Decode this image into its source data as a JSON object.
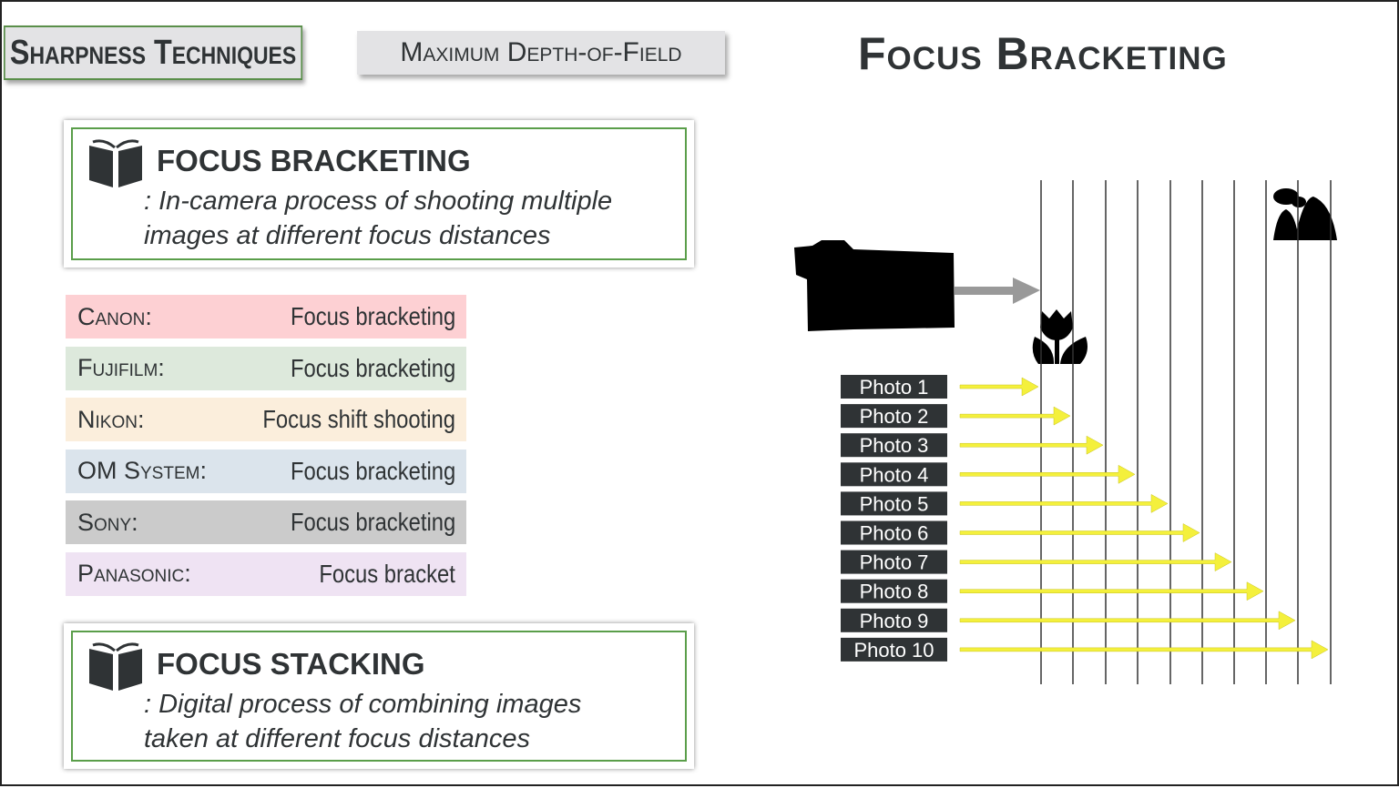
{
  "header": {
    "section": "Sharpness Techniques",
    "topic": "Maximum Depth-of-Field",
    "title": "Focus Bracketing"
  },
  "definitions": [
    {
      "term": "FOCUS BRACKETING",
      "text1": ": In-camera process of shooting multiple",
      "text2": "images at different focus distances",
      "icon": "book-icon"
    },
    {
      "term": "FOCUS STACKING",
      "text1": ": Digital process of combining images",
      "text2": "taken at different focus distances",
      "icon": "book-icon"
    }
  ],
  "brands": [
    {
      "brand": "Canon:",
      "mode": "Focus bracketing",
      "color": "#fdd0d3"
    },
    {
      "brand": "Fujifilm:",
      "mode": "Focus bracketing",
      "color": "#dde9dc"
    },
    {
      "brand": "Nikon:",
      "mode": "Focus shift shooting",
      "color": "#fbeedc"
    },
    {
      "brand": "OM System:",
      "mode": "Focus bracketing",
      "color": "#dbe4ec"
    },
    {
      "brand": "Sony:",
      "mode": "Focus bracketing",
      "color": "#cbcbcb"
    },
    {
      "brand": "Panasonic:",
      "mode": "Focus bracket",
      "color": "#efe3f3"
    }
  ],
  "photos": [
    "Photo 1",
    "Photo 2",
    "Photo 3",
    "Photo 4",
    "Photo 5",
    "Photo 6",
    "Photo 7",
    "Photo 8",
    "Photo 9",
    "Photo 10"
  ],
  "colors": {
    "arrow": "#f4f03c",
    "label_bg": "#2f3335",
    "border_green": "#5a9e4a"
  }
}
